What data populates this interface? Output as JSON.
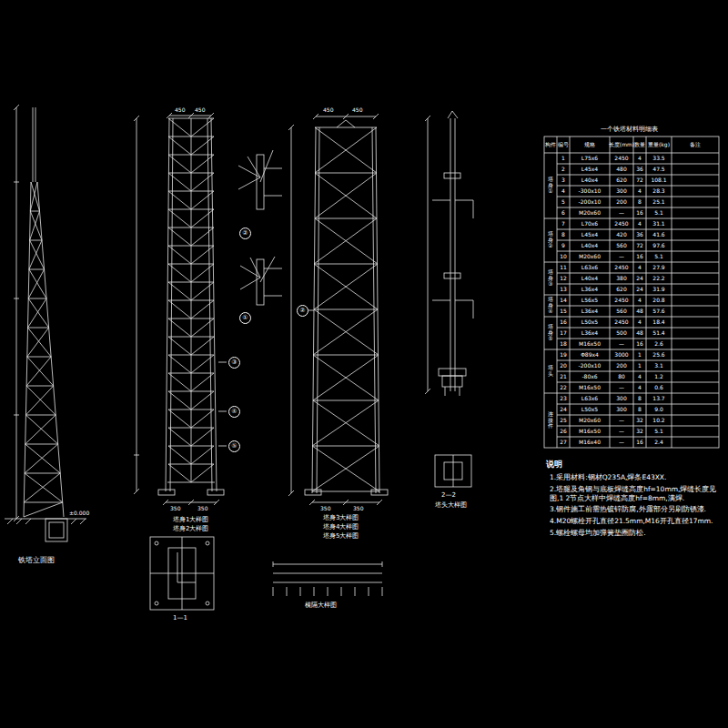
{
  "diagram": {
    "labels": [
      "±0.000",
      "铁塔立面图",
      "450",
      "450",
      "350",
      "350",
      "塔身1大样图",
      "塔身2大样图",
      "450",
      "450",
      "350",
      "350",
      "塔身3大样图",
      "塔身4大样图",
      "塔身5大样图",
      "③",
      "④",
      "⑤",
      "②",
      "①",
      "②",
      "1—1",
      "2—2",
      "塔头大样图",
      "横隔大样图",
      "一个铁塔材料明细表",
      "构件",
      "编号",
      "规格",
      "长度(mm)",
      "数量",
      "重量(kg)",
      "备注",
      "1",
      "L75x6",
      "2450",
      "4",
      "33.5",
      "2",
      "L45x4",
      "480",
      "36",
      "47.5",
      "3",
      "L40x4",
      "620",
      "72",
      "108.1",
      "4",
      "-300x10",
      "300",
      "4",
      "28.3",
      "5",
      "-200x10",
      "200",
      "8",
      "25.1",
      "6",
      "M20x60",
      "—",
      "16",
      "5.1",
      "7",
      "L70x6",
      "2450",
      "4",
      "31.1",
      "8",
      "L45x4",
      "420",
      "36",
      "41.6",
      "9",
      "L40x4",
      "560",
      "72",
      "97.6",
      "10",
      "M20x60",
      "—",
      "16",
      "5.1",
      "11",
      "L63x6",
      "2450",
      "4",
      "27.9",
      "12",
      "L40x4",
      "380",
      "24",
      "22.2",
      "13",
      "L36x4",
      "620",
      "24",
      "31.9",
      "14",
      "L56x5",
      "2450",
      "4",
      "20.8",
      "15",
      "L36x4",
      "560",
      "48",
      "57.6",
      "16",
      "L50x5",
      "2450",
      "4",
      "18.4",
      "17",
      "L36x4",
      "500",
      "48",
      "51.4",
      "18",
      "M16x50",
      "—",
      "16",
      "2.6",
      "19",
      "Φ89x4",
      "3000",
      "1",
      "25.6",
      "20",
      "-200x10",
      "200",
      "1",
      "3.1",
      "21",
      "-80x6",
      "80",
      "4",
      "1.2",
      "22",
      "M16x50",
      "—",
      "4",
      "0.6",
      "23",
      "L63x6",
      "300",
      "8",
      "13.7",
      "24",
      "L50x5",
      "300",
      "8",
      "9.0",
      "25",
      "M20x60",
      "—",
      "32",
      "10.2",
      "26",
      "M16x50",
      "—",
      "32",
      "5.1",
      "27",
      "M16x40",
      "—",
      "16",
      "2.4",
      "塔身①",
      "塔身②",
      "塔身③",
      "塔身④",
      "塔身⑤",
      "塔头",
      "连接件",
      "说明",
      "1.采用材料:钢材Q235A,焊条E43XX.",
      "2.塔腿及角钢与底板焊缝高度hf=10mm,焊缝长度见图,1 2节点大样中焊缝高度hf=8mm,满焊.",
      "3.钢件施工前需热镀锌防腐,外露部分另刷防锈漆.",
      "4.M20螺栓开孔直径21.5mm,M16开孔直径17mm.",
      "5.螺栓螺母均加弹簧垫圈防松."
    ]
  }
}
